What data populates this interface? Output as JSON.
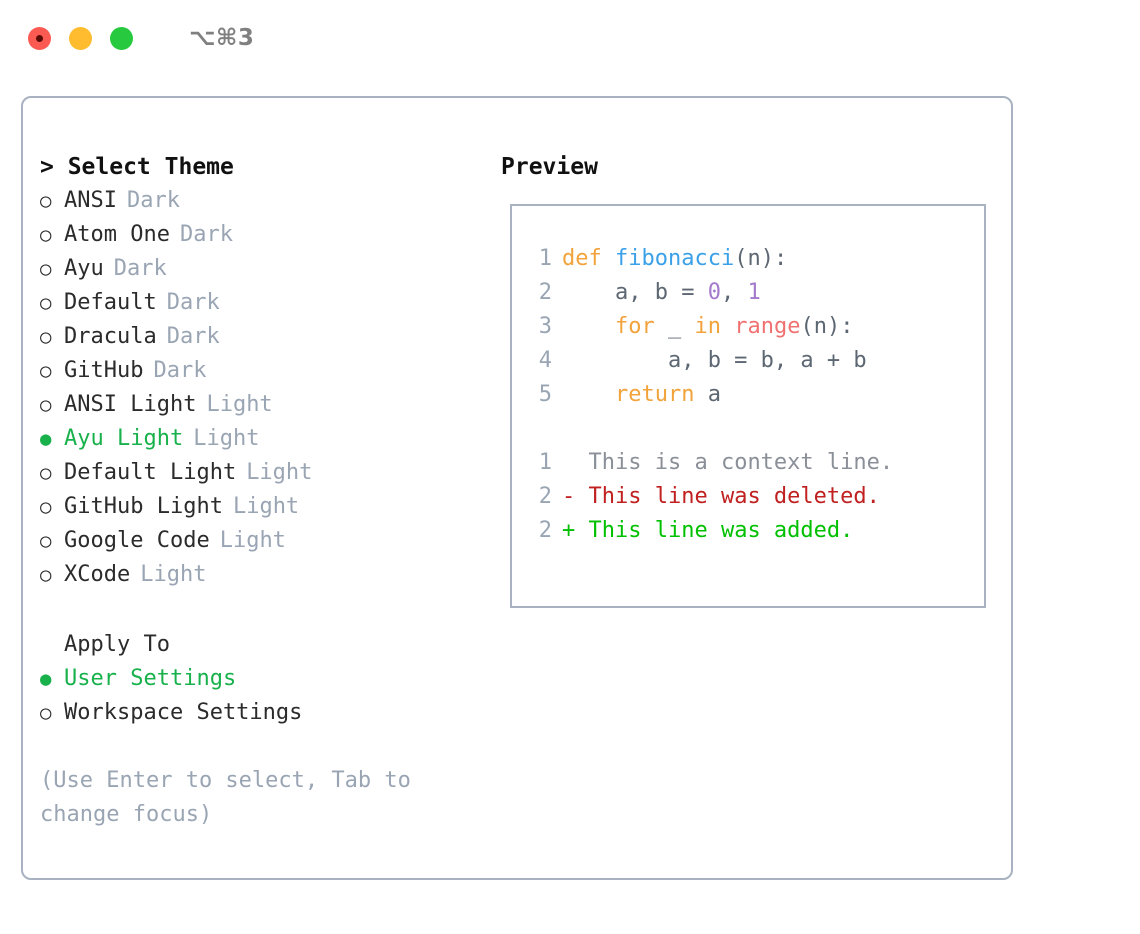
{
  "window": {
    "title": "⌥⌘3",
    "controls": [
      {
        "name": "close-button",
        "color": "#fb5a52"
      },
      {
        "name": "minimize-button",
        "color": "#febc2e"
      },
      {
        "name": "maximize-button",
        "color": "#27c93f"
      }
    ]
  },
  "theme_panel": {
    "heading": "> Select Theme",
    "options": [
      {
        "bullet": "○",
        "label": "ANSI",
        "tag": "Dark",
        "selected": false
      },
      {
        "bullet": "○",
        "label": "Atom One",
        "tag": "Dark",
        "selected": false
      },
      {
        "bullet": "○",
        "label": "Ayu",
        "tag": "Dark",
        "selected": false
      },
      {
        "bullet": "○",
        "label": "Default",
        "tag": "Dark",
        "selected": false
      },
      {
        "bullet": "○",
        "label": "Dracula",
        "tag": "Dark",
        "selected": false
      },
      {
        "bullet": "○",
        "label": "GitHub",
        "tag": "Dark",
        "selected": false
      },
      {
        "bullet": "○",
        "label": "ANSI Light",
        "tag": "Light",
        "selected": false
      },
      {
        "bullet": "●",
        "label": "Ayu Light",
        "tag": "Light",
        "selected": true
      },
      {
        "bullet": "○",
        "label": "Default Light",
        "tag": "Light",
        "selected": false
      },
      {
        "bullet": "○",
        "label": "GitHub Light",
        "tag": "Light",
        "selected": false
      },
      {
        "bullet": "○",
        "label": "Google Code",
        "tag": "Light",
        "selected": false
      },
      {
        "bullet": "○",
        "label": "XCode",
        "tag": "Light",
        "selected": false
      }
    ]
  },
  "apply_to": {
    "heading": "Apply To",
    "options": [
      {
        "bullet": "●",
        "label": "User Settings",
        "selected": true
      },
      {
        "bullet": "○",
        "label": "Workspace Settings",
        "selected": false
      }
    ]
  },
  "hint": "(Use Enter to select, Tab to change focus)",
  "preview": {
    "heading": "Preview",
    "code_lines": [
      {
        "num": "1",
        "tokens": [
          {
            "text": "def ",
            "kind": "kw"
          },
          {
            "text": "fibonacci",
            "kind": "fn"
          },
          {
            "text": "(n):",
            "kind": "punc"
          }
        ]
      },
      {
        "num": "2",
        "tokens": [
          {
            "text": "    a, b = ",
            "kind": "plain"
          },
          {
            "text": "0",
            "kind": "num"
          },
          {
            "text": ", ",
            "kind": "plain"
          },
          {
            "text": "1",
            "kind": "num"
          }
        ]
      },
      {
        "num": "3",
        "tokens": [
          {
            "text": "    ",
            "kind": "plain"
          },
          {
            "text": "for",
            "kind": "kw"
          },
          {
            "text": " _ ",
            "kind": "plain"
          },
          {
            "text": "in",
            "kind": "kw"
          },
          {
            "text": " ",
            "kind": "plain"
          },
          {
            "text": "range",
            "kind": "call"
          },
          {
            "text": "(n):",
            "kind": "punc"
          }
        ]
      },
      {
        "num": "4",
        "tokens": [
          {
            "text": "        a, b = b, a + b",
            "kind": "plain"
          }
        ]
      },
      {
        "num": "5",
        "tokens": [
          {
            "text": "    ",
            "kind": "plain"
          },
          {
            "text": "return",
            "kind": "kw"
          },
          {
            "text": " a",
            "kind": "plain"
          }
        ]
      }
    ],
    "diff_lines": [
      {
        "num": "1",
        "marker": "  ",
        "text": "This is a context line.",
        "kind": "ctx"
      },
      {
        "num": "2",
        "marker": "- ",
        "text": "This line was deleted.",
        "kind": "del"
      },
      {
        "num": "2",
        "marker": "+ ",
        "text": "This line was added.",
        "kind": "add"
      }
    ]
  },
  "colors": {
    "accent_green": "#18b14b",
    "muted": "#9aa5b4",
    "border": "#a8b2c1",
    "keyword": "#f2a33c",
    "function": "#3aa0e8",
    "number": "#a37acc",
    "call": "#f07171",
    "diff_add": "#00c000",
    "diff_del": "#c02020"
  }
}
